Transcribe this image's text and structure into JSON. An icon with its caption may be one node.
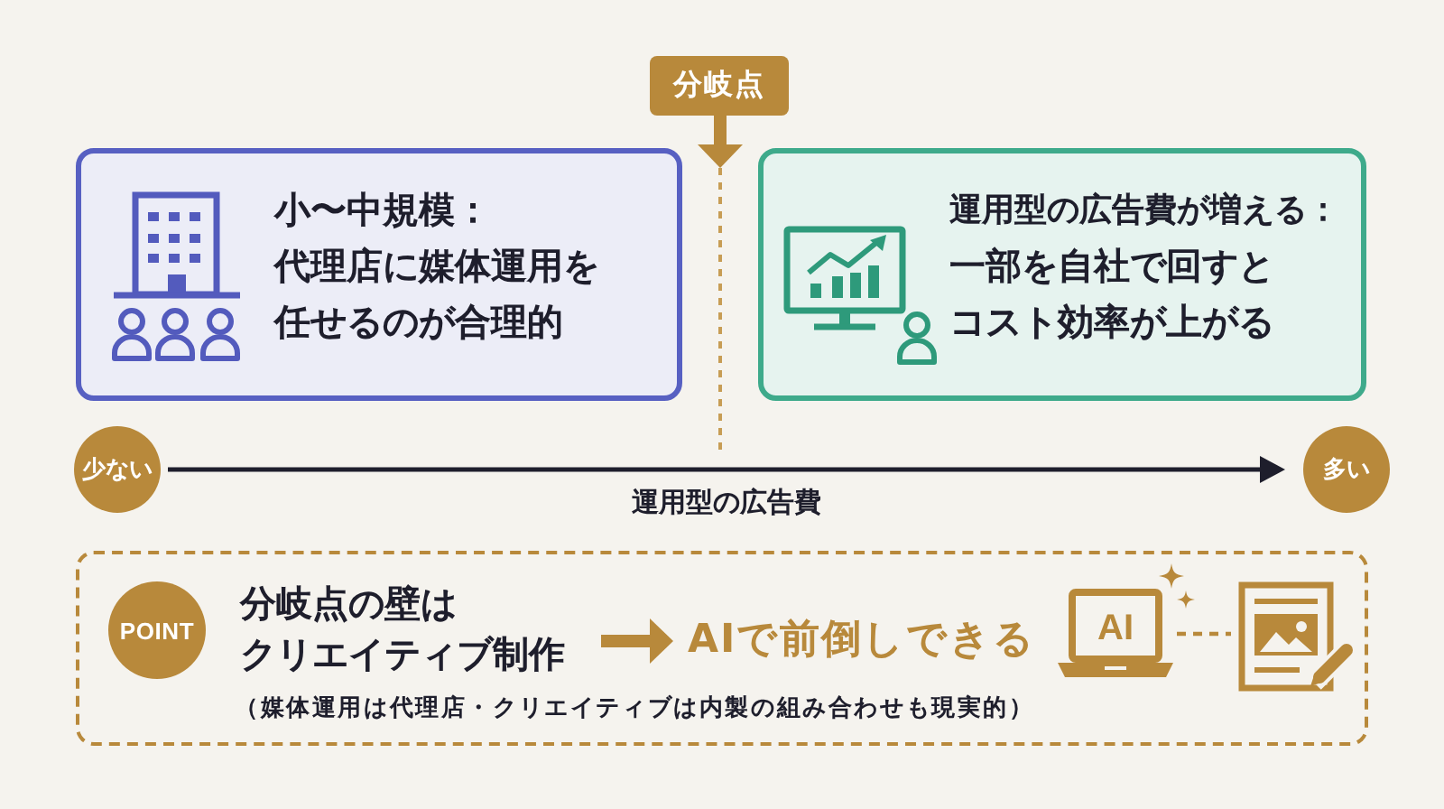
{
  "diagram": {
    "nodes": [
      {
        "text": [
          "分岐点"
        ]
      },
      {
        "text": [],
        "shape": "line"
      },
      {
        "text": [
          "小〜中規模：",
          "代理店に媒体運用を任せるのが合理的"
        ]
      },
      {
        "text": [
          "運用型の広告費が増える：",
          "一部を自社で回すとコスト効率が上がる"
        ]
      },
      {
        "text": [
          "少ない"
        ]
      },
      {
        "text": [
          "多い"
        ]
      },
      {
        "text": [
          "（媒体運用は代理店・クリエイティブは内製の組み合わせも現実的）"
        ]
      },
      {
        "text": [
          "POINT"
        ],
        "in": 6
      },
      {
        "text": [
          "分岐点の壁は",
          "クリエイティブ制作"
        ],
        "in": 6
      },
      {
        "text": [
          "AIで前倒しできる"
        ],
        "in": 6
      },
      {
        "text": [
          "AI"
        ],
        "in": 6
      },
      {
        "text": [],
        "shape": "picture",
        "in": 6
      }
    ],
    "edges": [
      {
        "from": 0,
        "to": 1,
        "arrow": "to",
        "style": "thick"
      },
      {
        "from": 4,
        "to": 5,
        "arrow": "to",
        "label": "運用型の広告費",
        "color": "#1e1e2c"
      },
      {
        "from": 8,
        "to": 9,
        "arrow": "to",
        "style": "thick"
      },
      {
        "from": 10,
        "to": 11,
        "arrow": "none",
        "style": "dashed"
      }
    ]
  }
}
